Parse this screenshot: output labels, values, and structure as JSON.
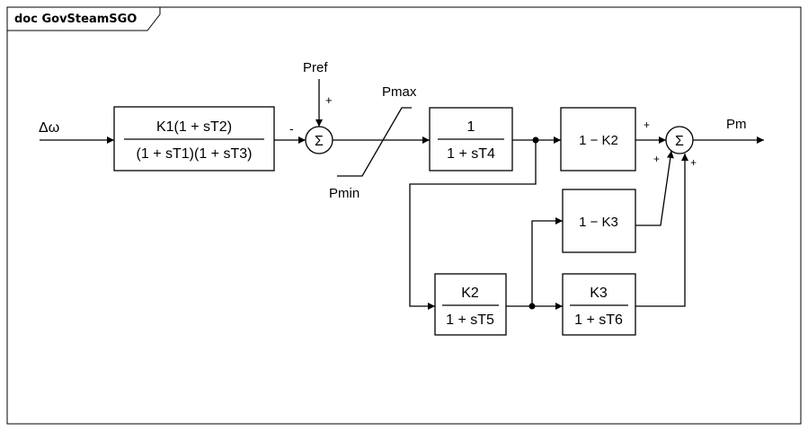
{
  "frame": {
    "label": "doc GovSteamSGO"
  },
  "signals": {
    "input": "Δω",
    "output": "Pm",
    "reference": "Pref",
    "pmax": "Pmax",
    "pmin": "Pmin"
  },
  "blocks": {
    "lead_lag": {
      "numerator": "K1(1 + sT2)",
      "denominator": "(1 + sT1)(1 + sT3)"
    },
    "t4": {
      "numerator": "1",
      "denominator": "1 + sT4"
    },
    "k2_gain": {
      "label": "1 − K2"
    },
    "t5": {
      "numerator": "K2",
      "denominator": "1 + sT5"
    },
    "k3_gain": {
      "label": "1 − K3"
    },
    "t6": {
      "numerator": "K3",
      "denominator": "1 + sT6"
    }
  },
  "summers": {
    "sum1": {
      "symbol": "Σ",
      "minus_sign": "-",
      "plus_sign": "+"
    },
    "sum2": {
      "symbol": "Σ",
      "plus_top": "+",
      "plus_left": "+",
      "plus_right": "+"
    }
  }
}
